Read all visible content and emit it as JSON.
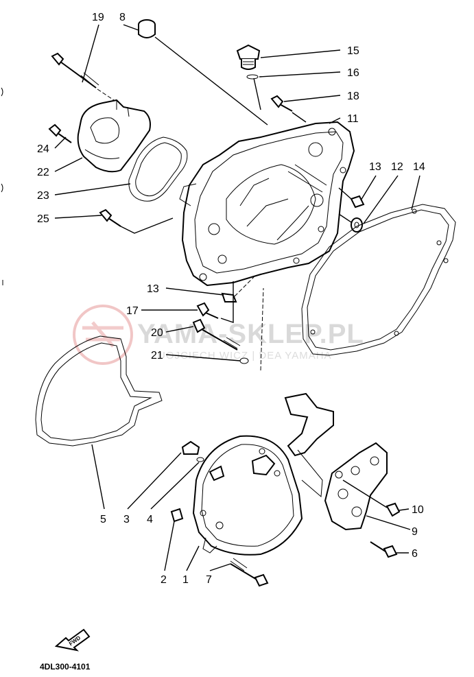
{
  "diagram": {
    "drawing_code": "4DL300-4101",
    "fwd_text": "FWD",
    "watermark": {
      "main": "YAMA-SKLEP.PL",
      "sub": "UOJCIECH WICZ | DEA YAMAHA",
      "logo_color": "#e8a0a0"
    },
    "part_labels": [
      "1",
      "2",
      "3",
      "4",
      "5",
      "6",
      "7",
      "8",
      "9",
      "10",
      "11",
      "12",
      "13",
      "14",
      "15",
      "16",
      "17",
      "18",
      "19",
      "20",
      "21",
      "22",
      "23",
      "24",
      "25"
    ],
    "extra_label_13": "13"
  }
}
